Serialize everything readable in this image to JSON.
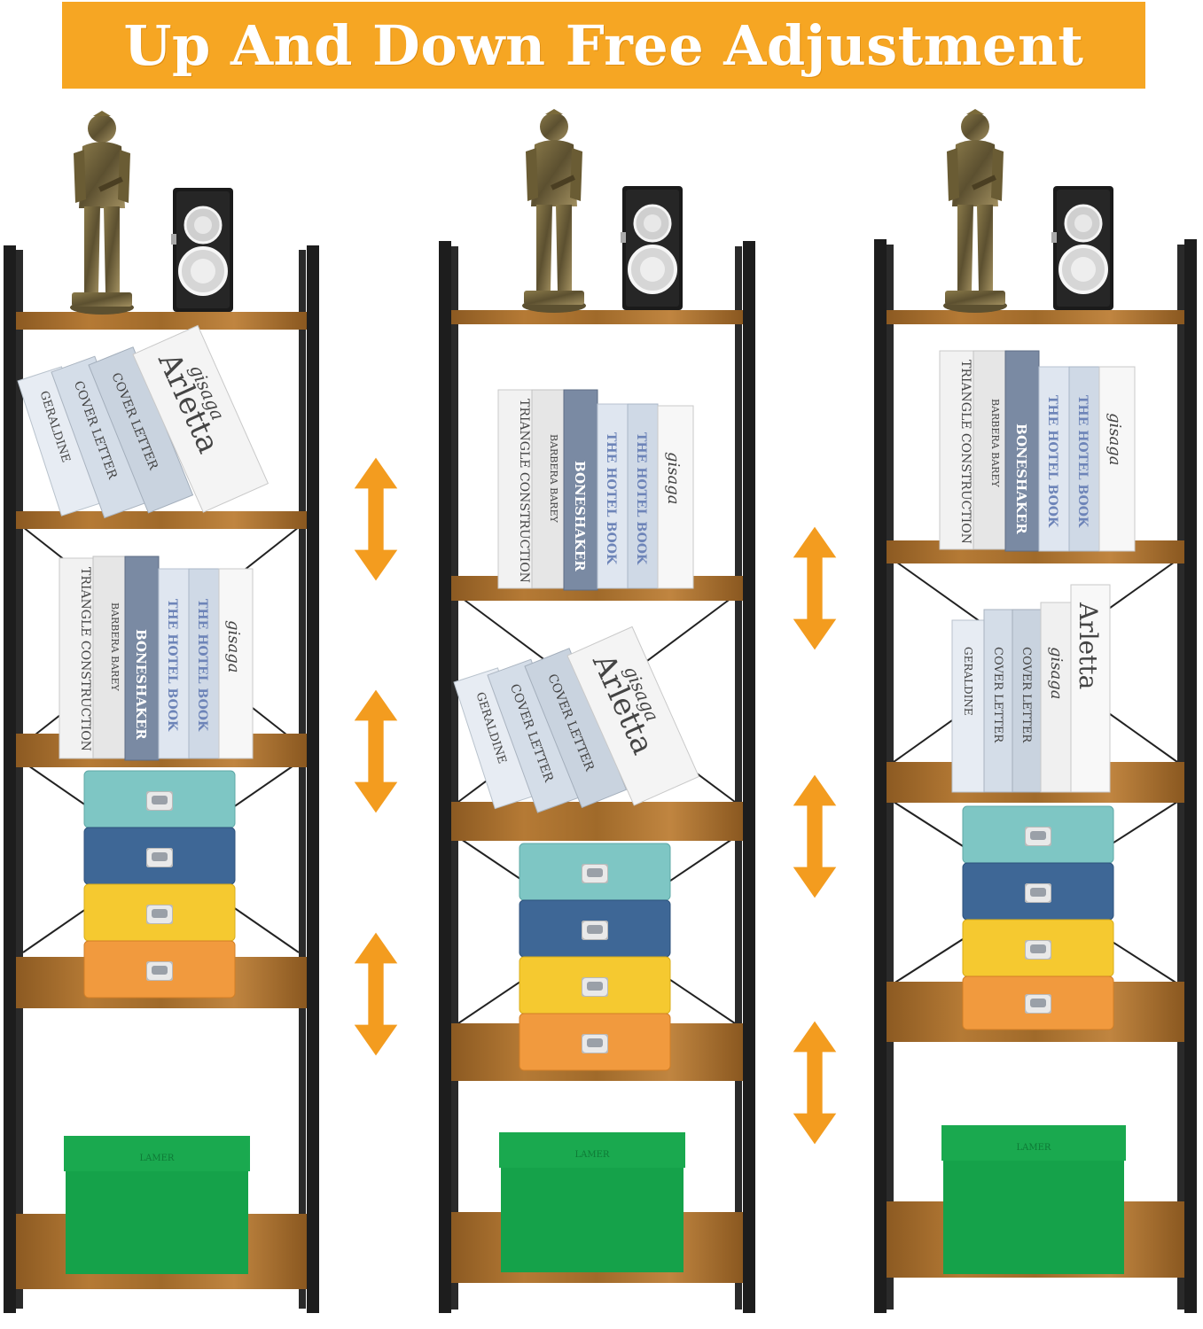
{
  "banner": {
    "title": "Up And Down Free Adjustment",
    "background": "#f6a623",
    "text_color": "#ffffff"
  },
  "colors": {
    "frame": "#1d1d1d",
    "shelf_wood": "#a8702e",
    "arrow": "#f39c1f",
    "drawer_teal": "#7ec6c4",
    "drawer_blue": "#3e6796",
    "drawer_yellow": "#f5c930",
    "drawer_orange": "#f19a3e",
    "gift_box": "#15a24a"
  },
  "books": {
    "arletta": "Arletta",
    "gisaga": "gisaga",
    "cover_letter": "COVER LETTER",
    "geraldine": "GERALDINE",
    "triangle": "TRIANGLE CONSTRUCTION",
    "barbera": "BARBERA BAREY",
    "boneshaker": "BONESHAKER",
    "hotel_book": "THE HOTEL BOOK"
  },
  "box_label": "LAMER",
  "icons": [
    "knight-figurine-icon",
    "vintage-camera-icon",
    "double-arrow-icon"
  ]
}
